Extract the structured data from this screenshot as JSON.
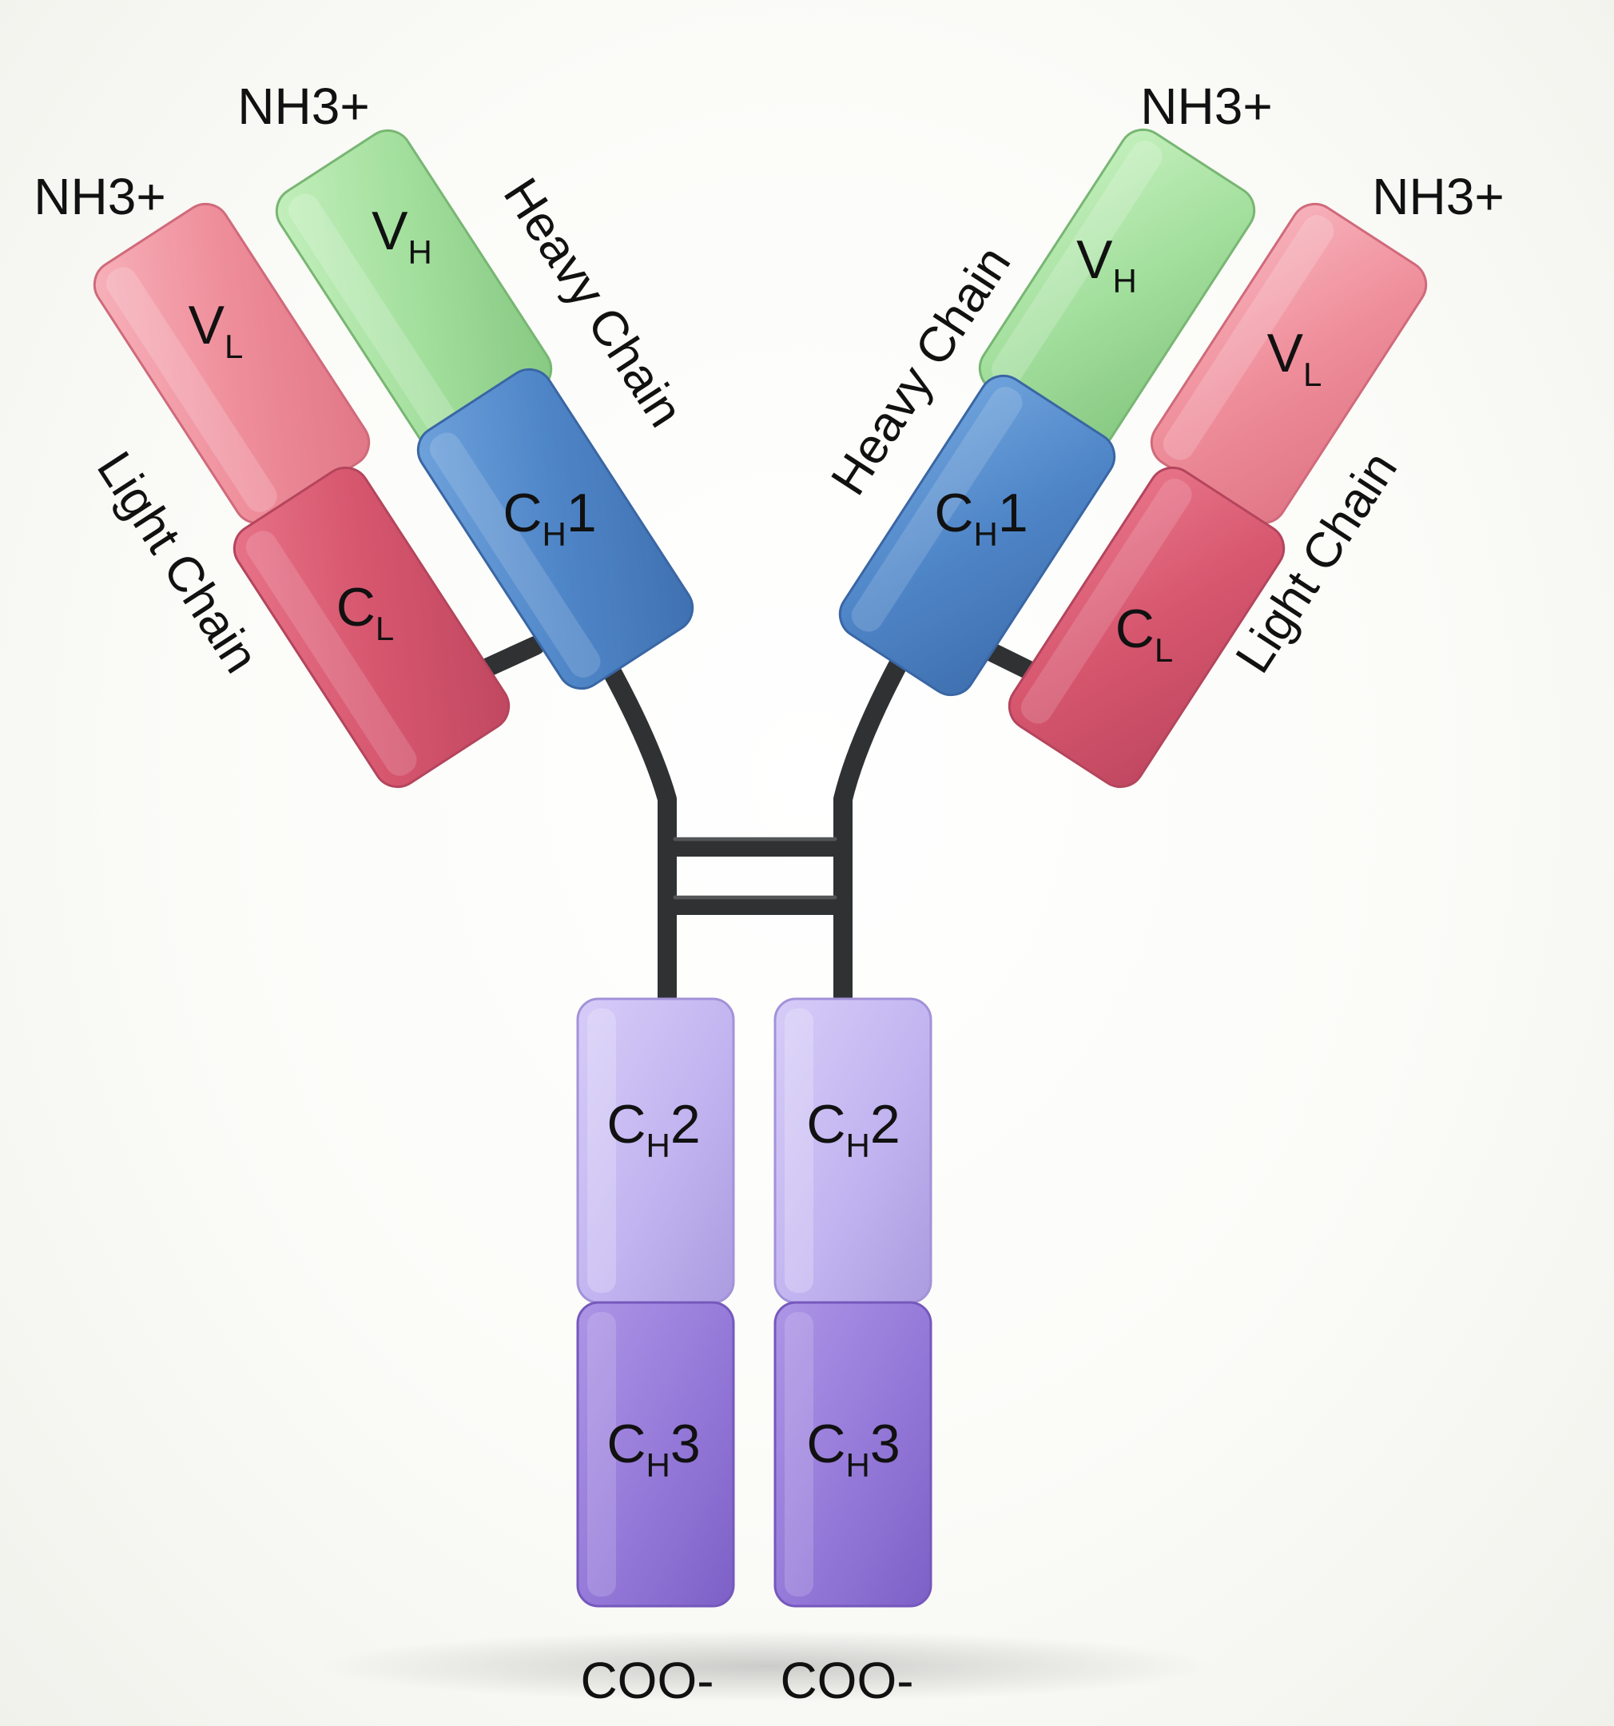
{
  "colors": {
    "variable_heavy": "#9fdc9a",
    "variable_light": "#ee8a98",
    "constant_heavy_1": "#4f86c8",
    "constant_light": "#d6566e",
    "constant_heavy_2": "#c3b6f2",
    "constant_heavy_3": "#9478d8",
    "linker": "#2f3133"
  },
  "left_arm": {
    "vl": {
      "main": "V",
      "sub": "L"
    },
    "cl": {
      "main": "C",
      "sub": "L"
    },
    "vh": {
      "main": "V",
      "sub": "H"
    },
    "ch1": {
      "main": "C",
      "sub": "H",
      "suffix": "1"
    },
    "light_chain_label": "Light Chain",
    "heavy_chain_label": "Heavy Chain",
    "vl_terminus": "NH3+",
    "vh_terminus": "NH3+"
  },
  "right_arm": {
    "vl": {
      "main": "V",
      "sub": "L"
    },
    "cl": {
      "main": "C",
      "sub": "L"
    },
    "vh": {
      "main": "V",
      "sub": "H"
    },
    "ch1": {
      "main": "C",
      "sub": "H",
      "suffix": "1"
    },
    "light_chain_label": "Light Chain",
    "heavy_chain_label": "Heavy Chain",
    "vl_terminus": "NH3+",
    "vh_terminus": "NH3+"
  },
  "stem": {
    "left": {
      "ch2": {
        "main": "C",
        "sub": "H",
        "suffix": "2"
      },
      "ch3": {
        "main": "C",
        "sub": "H",
        "suffix": "3"
      },
      "terminus": "COO-"
    },
    "right": {
      "ch2": {
        "main": "C",
        "sub": "H",
        "suffix": "2"
      },
      "ch3": {
        "main": "C",
        "sub": "H",
        "suffix": "3"
      },
      "terminus": "COO-"
    }
  }
}
